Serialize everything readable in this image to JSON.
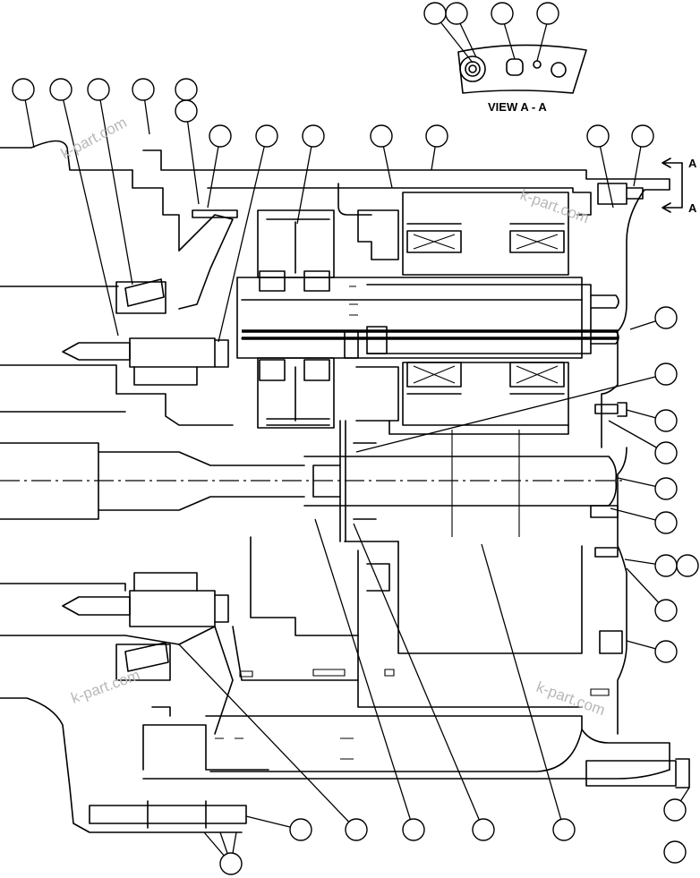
{
  "view": {
    "title": "VIEW A - A",
    "section_marker_top": "A",
    "section_marker_bottom": "A"
  },
  "watermark": {
    "text": "k-part.com"
  },
  "colors": {
    "line": "#000000",
    "background": "#ffffff",
    "watermark": "#b8b8b8"
  }
}
